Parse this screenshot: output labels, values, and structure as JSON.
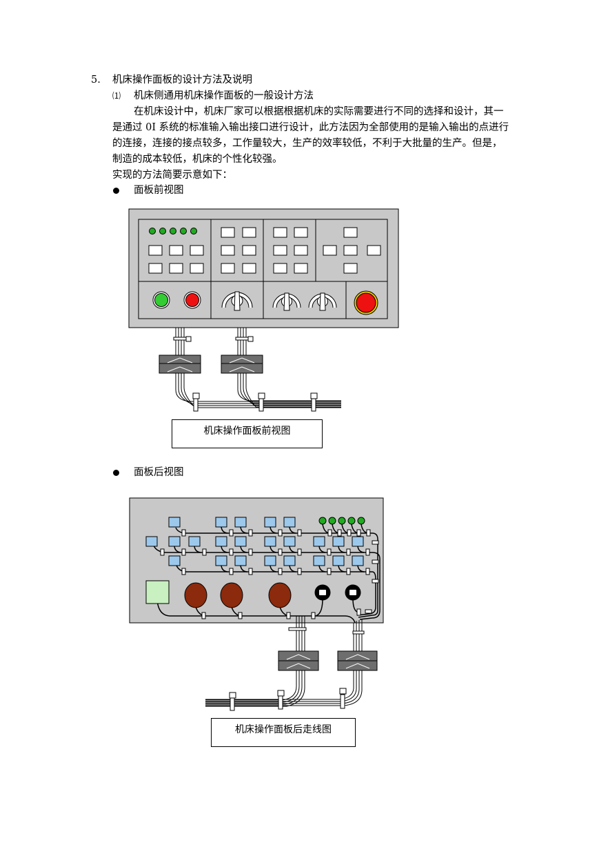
{
  "section": {
    "number": "5.",
    "title": "机床操作面板的设计方法及说明"
  },
  "subsection": {
    "number": "⑴",
    "title": "机床侧通用机床操作面板的一般设计方法"
  },
  "paragraph": {
    "lines": [
      "在机床设计中，机床厂家可以根据根据机床的实际需要进行不同的选择和设计，其一",
      "是通过 0I 系统的标准输入输出接口进行设计，此方法因为全部使用的是输入输出的点进行",
      "的连接，连接的接点较多，工作量较大，生产的效率较低，不利于大批量的生产。但是，",
      "制造的成本较低，机床的个性化较强。"
    ]
  },
  "intro_line": "实现的方法简要示意如下：",
  "bullets": [
    {
      "label": "面板前视图"
    },
    {
      "label": "面板后视图"
    }
  ],
  "figures": {
    "front": {
      "caption": "机床操作面板前视图",
      "colors": {
        "panel": "#c8c8c8",
        "led": "#22aa22",
        "green_button": "#33cc33",
        "red_button": "#ee1111",
        "estop_ring": "#e8c800",
        "connector": "#6e6e6e"
      }
    },
    "rear": {
      "caption": "机床操作面板后走线图",
      "colors": {
        "panel": "#c8c8c8",
        "terminal": "#9cc8ec",
        "relay_box": "#c8f0c0",
        "pot": "#8b2a0c",
        "switch": "#000000",
        "connector": "#6e6e6e"
      }
    }
  }
}
